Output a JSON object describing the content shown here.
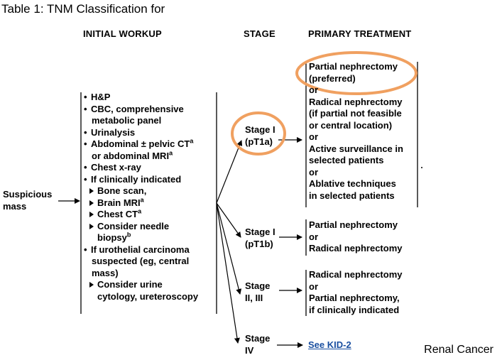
{
  "title": "Table 1: TNM Classification for",
  "headers": {
    "workup": "INITIAL WORKUP",
    "stage": "STAGE",
    "treatment": "PRIMARY TREATMENT"
  },
  "entry": {
    "line1": "Suspicious",
    "line2": "mass"
  },
  "workup": {
    "hp": "H&P",
    "cbc1": "CBC, comprehensive",
    "cbc2": "metabolic panel",
    "urinalysis": "Urinalysis",
    "abd1": "Abdominal ± pelvic CT",
    "abd2": "or abdominal MRI",
    "chest": "Chest x-ray",
    "ifclin": "If clinically indicated",
    "bone": "Bone scan,",
    "brain": "Brain MRI",
    "chestct": "Chest CT",
    "needle1": "Consider needle",
    "needle2": "biopsy",
    "uro1": "If urothelial carcinoma",
    "uro2": "suspected (eg, central",
    "uro3": "mass)",
    "urine1": "Consider urine",
    "urine2": "cytology, ureteroscopy",
    "sup_a": "a",
    "sup_b": "b"
  },
  "stages": {
    "s1a_l1": "Stage I",
    "s1a_l2": "(pT1a)",
    "s1b_l1": "Stage I",
    "s1b_l2": "(pT1b)",
    "s23_l1": "Stage",
    "s23_l2": "II, III",
    "s4_l1": "Stage",
    "s4_l2": "IV"
  },
  "treatments": {
    "t1a": [
      "Partial nephrectomy",
      "(preferred)",
      "or",
      "Radical nephrectomy",
      "(if partial not feasible",
      "or central location)",
      "or",
      "Active surveillance in",
      "selected patients",
      "or",
      "Ablative techniques",
      "in selected patients"
    ],
    "t1b": [
      "Partial nephrectomy",
      "or",
      "Radical nephrectomy"
    ],
    "t23": [
      "Radical nephrectomy",
      "or",
      "Partial nephrectomy,",
      "if clinically indicated"
    ],
    "t4_link": "See KID-2"
  },
  "footer": "Renal Cancer",
  "colors": {
    "highlight": "#f0a060",
    "link": "#1a4fa0"
  }
}
